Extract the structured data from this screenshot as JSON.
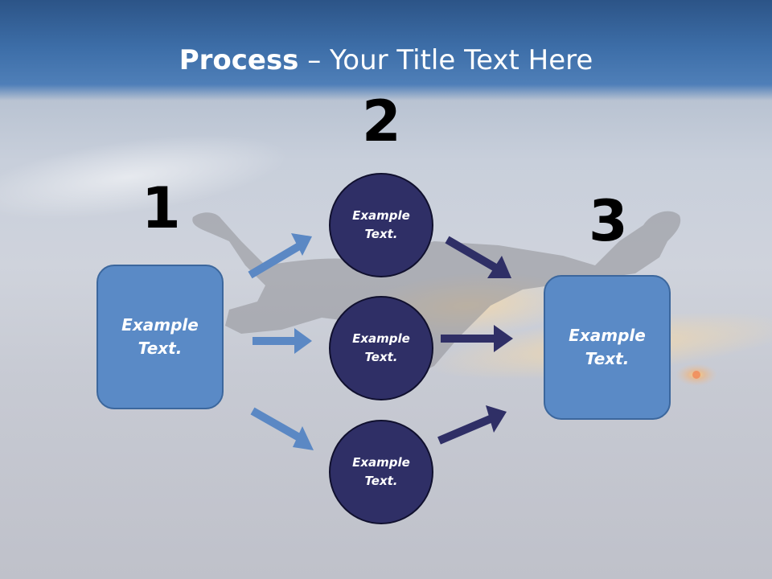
{
  "title": {
    "bold": "Process",
    "rest": " – Your Title Text Here"
  },
  "steps": [
    {
      "number": "1"
    },
    {
      "number": "2"
    },
    {
      "number": "3"
    }
  ],
  "boxes": {
    "left": "Example\nText.",
    "right": "Example\nText."
  },
  "circles": [
    {
      "label": "Example\nText."
    },
    {
      "label": "Example\nText."
    },
    {
      "label": "Example\nText."
    }
  ],
  "colors": {
    "header": "#3d6ea8",
    "box_fill": "#5a8ac6",
    "circle_fill": "#2f2f66",
    "arrow_light": "#5b88c4",
    "arrow_dark": "#2f2f66"
  }
}
